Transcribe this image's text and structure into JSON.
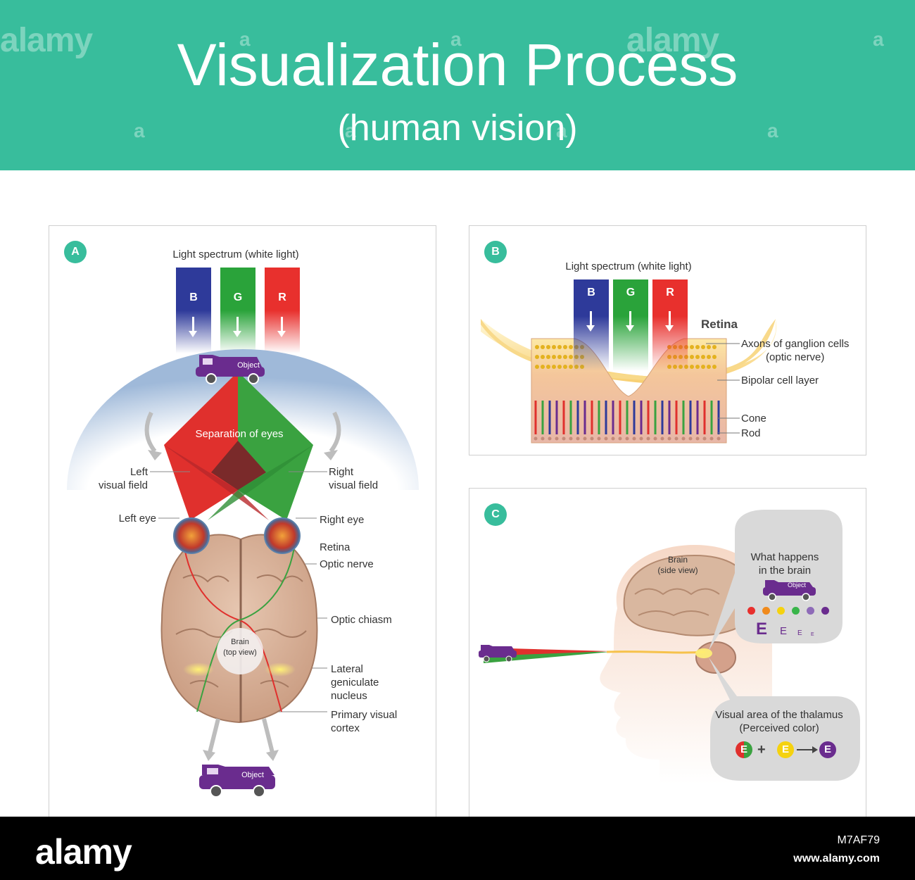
{
  "header": {
    "title": "Visualization Process",
    "subtitle": "(human vision)",
    "background": "#38bd9c",
    "watermark_text": "alamy",
    "watermark_letter": "a"
  },
  "panel_a": {
    "badge": "A",
    "spectrum_label": "Light spectrum (white light)",
    "bars": [
      {
        "letter": "B",
        "color": "#2e3a9a"
      },
      {
        "letter": "G",
        "color": "#2aa33a"
      },
      {
        "letter": "R",
        "color": "#e8302d"
      }
    ],
    "object_label": "Object",
    "separation_label": "Separation of eyes",
    "left_visual_field": "Left\nvisual field",
    "right_visual_field": "Right\nvisual field",
    "left_eye": "Left eye",
    "right_eye": "Right eye",
    "retina": "Retina",
    "optic_nerve": "Optic nerve",
    "optic_chiasm": "Optic chiasm",
    "brain_label": "Brain\n(top view)",
    "lgn": "Lateral\ngeniculate\nnucleus",
    "primary_cortex": "Primary visual\ncortex",
    "object_bottom_label": "Object"
  },
  "panel_b": {
    "badge": "B",
    "spectrum_label": "Light spectrum (white light)",
    "bars": [
      {
        "letter": "B",
        "color": "#2e3a9a"
      },
      {
        "letter": "G",
        "color": "#2aa33a"
      },
      {
        "letter": "R",
        "color": "#e8302d"
      }
    ],
    "retina_title": "Retina",
    "axons": "Axons of ganglion cells\n(optic nerve)",
    "bipolar": "Bipolar cell layer",
    "cone": "Cone",
    "rod": "Rod"
  },
  "panel_c": {
    "badge": "C",
    "brain_label": "Brain\n(side view)",
    "bubble_top_title": "What happens\nin the brain",
    "object_label": "Object",
    "dot_colors": [
      "#e8302d",
      "#f08a1c",
      "#f5d20f",
      "#39b54a",
      "#8e6bb8",
      "#6a2c8e"
    ],
    "letters": [
      "E",
      "E",
      "E",
      "E"
    ],
    "bubble_bottom_title": "Visual area of the thalamus\n(Perceived color)",
    "equation": [
      "E",
      "+",
      "E",
      "E"
    ]
  },
  "footer": {
    "logo": "alamy",
    "image_id": "M7AF79",
    "url": "www.alamy.com"
  }
}
